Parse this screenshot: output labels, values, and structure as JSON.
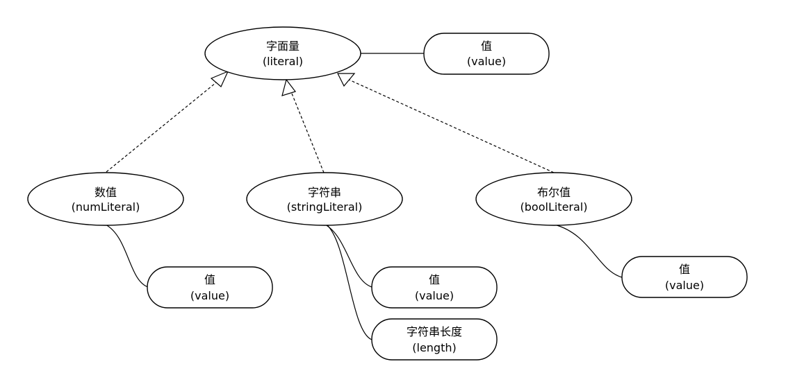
{
  "nodes": {
    "literal": {
      "line1": "字面量",
      "line2": "(literal)"
    },
    "literal_value": {
      "line1": "值",
      "line2": "(value)"
    },
    "num_literal": {
      "line1": "数值",
      "line2": "(numLiteral)"
    },
    "num_value": {
      "line1": "值",
      "line2": "(value)"
    },
    "string_literal": {
      "line1": "字符串",
      "line2": "(stringLiteral)"
    },
    "string_value": {
      "line1": "值",
      "line2": "(value)"
    },
    "string_length": {
      "line1": "字符串长度",
      "line2": "(length)"
    },
    "bool_literal": {
      "line1": "布尔值",
      "line2": "(boolLiteral)"
    },
    "bool_value": {
      "line1": "值",
      "line2": "(value)"
    }
  }
}
